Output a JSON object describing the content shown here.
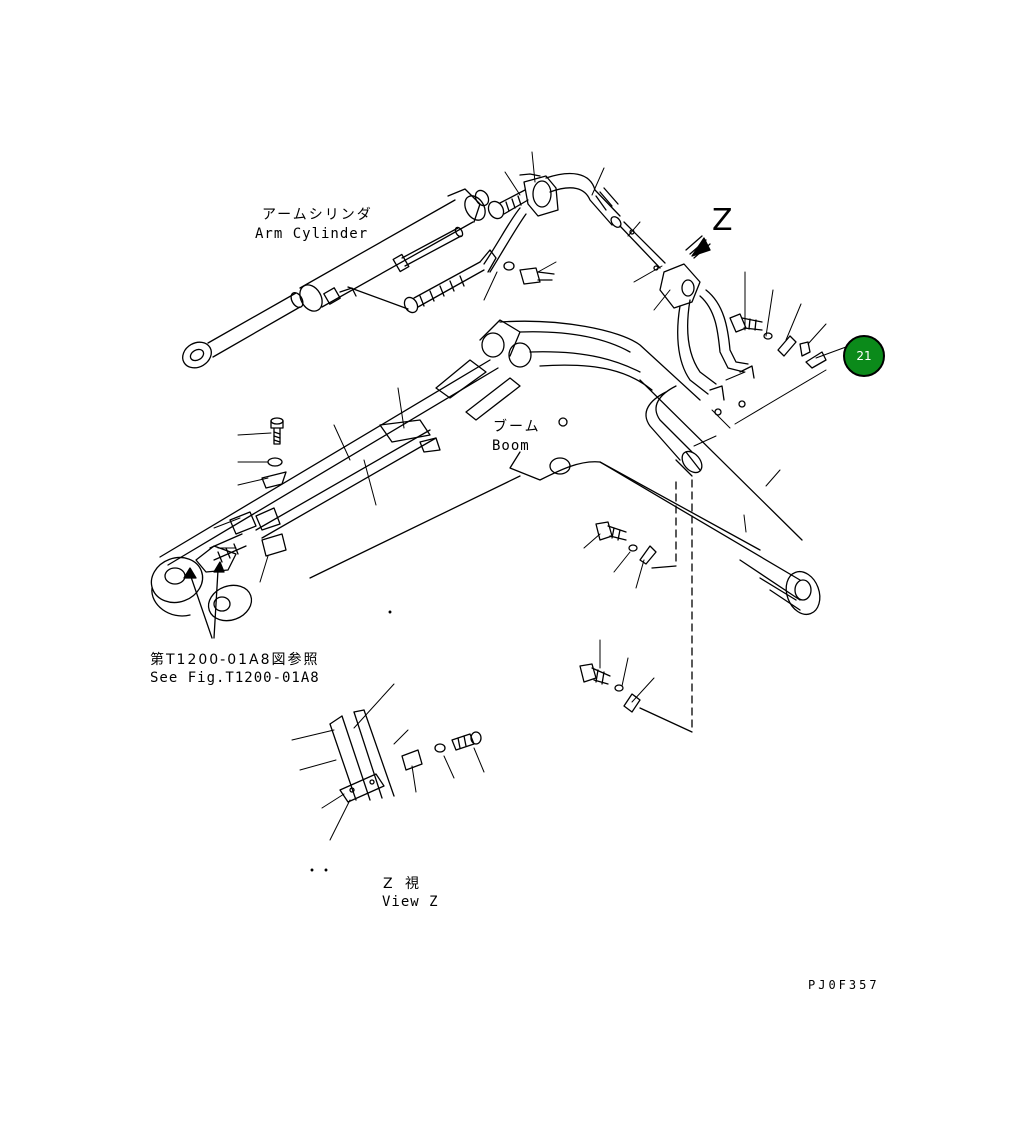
{
  "labels": {
    "arm_cylinder_jp": "アームシリンダ",
    "arm_cylinder_en": "Arm Cylinder",
    "boom_jp": "ブーム",
    "boom_en": "Boom",
    "see_fig_jp": "第T1200-01A8図参照",
    "see_fig_en": "See Fig.T1200-01A8",
    "view_z_jp": "Z 視",
    "view_z_en": "View Z",
    "z_marker": "Z",
    "drawing_code": "PJ0F357"
  },
  "callout": {
    "number": "21",
    "color": "#0b8a1a"
  }
}
